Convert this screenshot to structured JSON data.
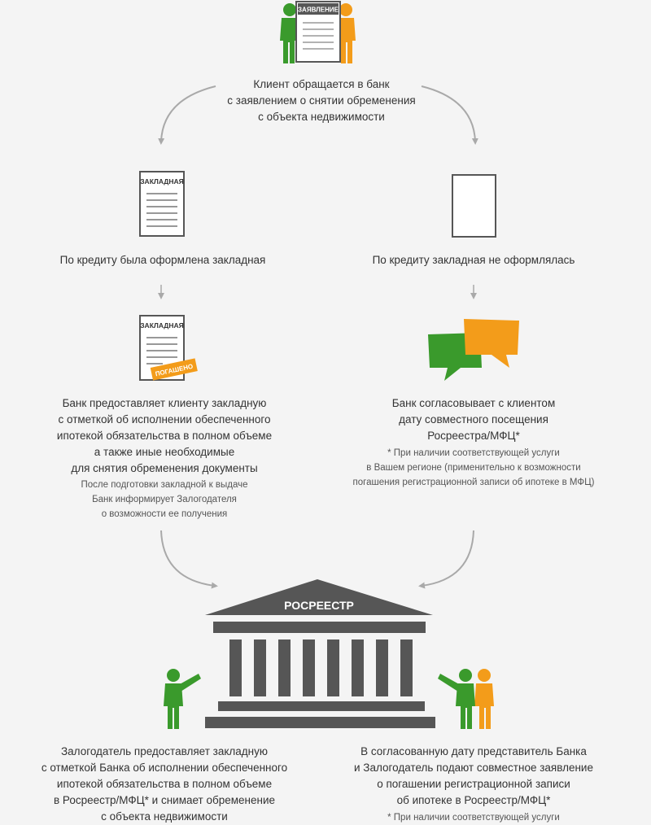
{
  "icons": {
    "application_label": "ЗАЯВЛЕНИЕ",
    "mortgage_label": "ЗАКЛАДНАЯ",
    "paid_stamp": "ПОГАШЕНО",
    "registry_label": "РОСРЕЕСТР"
  },
  "colors": {
    "green": "#3a9a2c",
    "orange": "#f39c1a",
    "dark_gray": "#565656",
    "arrow_gray": "#a9a9a9"
  },
  "steps": {
    "start": {
      "lines": [
        "Клиент обращается в банк",
        "с заявлением о снятии обременения",
        "с объекта недвижимости"
      ]
    },
    "left_condition": "По кредиту была оформлена закладная",
    "right_condition": "По кредиту закладная не оформлялась",
    "left_action": {
      "lines": [
        "Банк предоставляет клиенту закладную",
        "с отметкой об исполнении обеспеченного",
        "ипотекой обязательства в полном объеме",
        "а также иные необходимые",
        "для снятия обременения документы"
      ],
      "note": [
        "После подготовки закладной к выдаче",
        "Банк информирует Залогодателя",
        "о возможности ее получения"
      ]
    },
    "right_action": {
      "lines": [
        "Банк согласовывает с клиентом",
        "дату совместного посещения",
        "Росреестра/МФЦ*"
      ],
      "note": [
        "* При наличии соответствующей услуги",
        "в Вашем регионе (применительно к возможности",
        "погашения регистрационной записи об ипотеке в МФЦ)"
      ]
    },
    "left_final": {
      "lines": [
        "Залогодатель предоставляет закладную",
        "с отметкой Банка об исполнении обеспеченного",
        "ипотекой обязательства в полном объеме",
        "в Росреестр/МФЦ* и снимает обременение",
        "с объекта недвижимости"
      ]
    },
    "right_final": {
      "lines": [
        "В согласованную дату представитель Банка",
        "и Залогодатель подают совместное заявление",
        "о погашении регистрационной записи",
        "об ипотеке в Росреестр/МФЦ*"
      ],
      "note": [
        "* При наличии соответствующей услуги"
      ]
    }
  }
}
